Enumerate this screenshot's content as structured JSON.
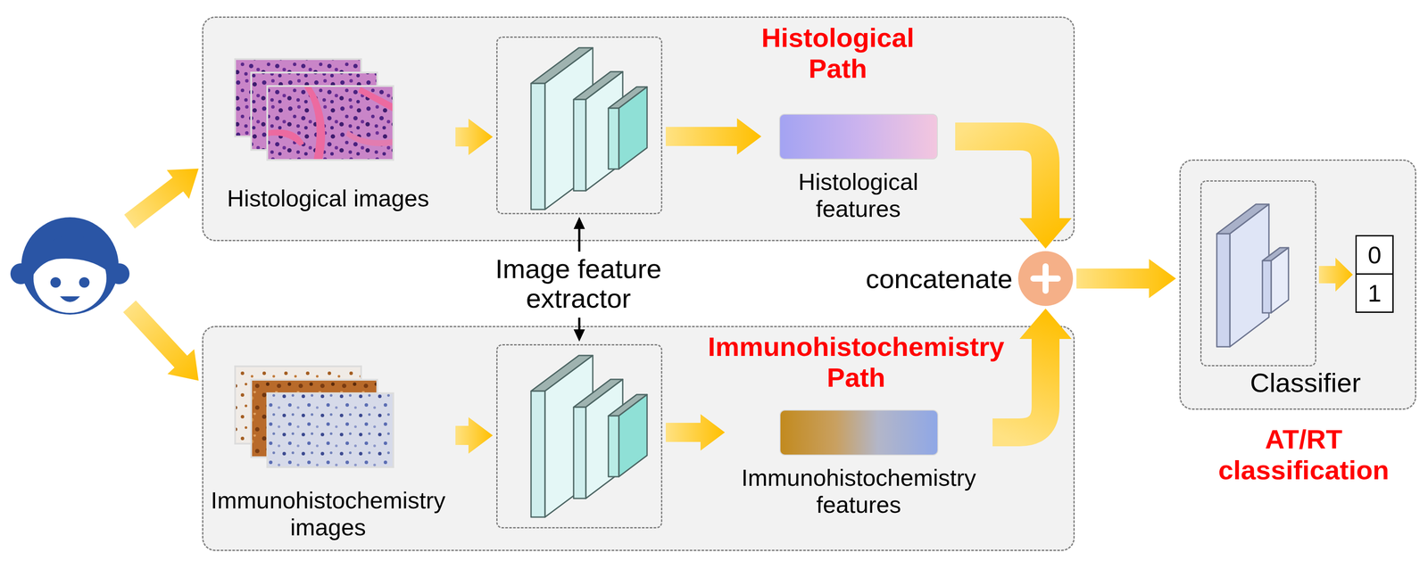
{
  "diagram": {
    "nodes": [
      {
        "text": []
      },
      {
        "text": [
          "Histological Path"
        ]
      },
      {
        "text": [
          "Histological images"
        ],
        "in": 1
      },
      {
        "text": [],
        "in": 1
      },
      {
        "text": [
          "Histological features"
        ],
        "in": 1
      },
      {
        "text": [
          "Image feature extractor"
        ]
      },
      {
        "text": [
          "Immunohistochemistry Path"
        ]
      },
      {
        "text": [
          "Immunohistochemistry images"
        ],
        "in": 6
      },
      {
        "text": [],
        "in": 6
      },
      {
        "text": [
          "Immunohistochemistry features"
        ],
        "in": 6
      },
      {
        "text": [
          "concatenate"
        ]
      },
      {
        "text": [
          "Classifier"
        ]
      },
      {
        "text": [],
        "in": 11
      },
      {
        "text": [
          "0",
          "1"
        ],
        "in": 11
      }
    ],
    "edges": [
      {
        "from": 0,
        "to": 1,
        "arrow": "to"
      },
      {
        "from": 0,
        "to": 6,
        "arrow": "to"
      },
      {
        "from": 2,
        "to": 3,
        "arrow": "to"
      },
      {
        "from": 3,
        "to": 4,
        "arrow": "to"
      },
      {
        "from": 5,
        "to": 3,
        "arrow": "to"
      },
      {
        "from": 5,
        "to": 8,
        "arrow": "to"
      },
      {
        "from": 7,
        "to": 8,
        "arrow": "to"
      },
      {
        "from": 8,
        "to": 9,
        "arrow": "to"
      },
      {
        "from": 4,
        "to": 10,
        "arrow": "to"
      },
      {
        "from": 9,
        "to": 10,
        "arrow": "to"
      },
      {
        "from": 10,
        "to": 11,
        "arrow": "to"
      },
      {
        "from": 12,
        "to": 13,
        "arrow": "to"
      }
    ],
    "labels": [
      "AT/RT classification"
    ]
  }
}
